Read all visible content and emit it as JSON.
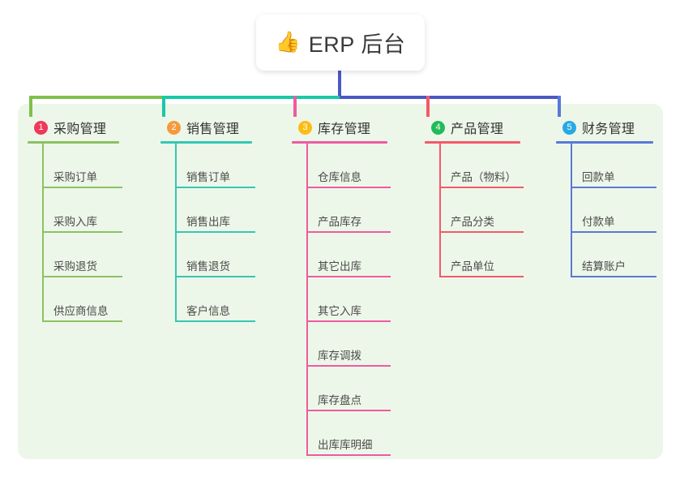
{
  "root": {
    "icon": "thumbs-up-icon",
    "emoji": "👍",
    "title": "ERP 后台"
  },
  "theme": {
    "panel_bg": "#edf7e9",
    "page_bg": "#ffffff",
    "text": "#4a4a4a"
  },
  "connectors": {
    "stem_color": "#4a58c4",
    "bar_left_color": "#7fc04a",
    "bar_mid_color": "#18c9a6",
    "bar_right_color": "#4a58c4"
  },
  "columns": [
    {
      "number": "1",
      "title": "采购管理",
      "badge_color": "#f0385b",
      "line_color": "#8dc163",
      "drop_color": "#7fc04a",
      "items": [
        "采购订单",
        "采购入库",
        "采购退货",
        "供应商信息"
      ]
    },
    {
      "number": "2",
      "title": "销售管理",
      "badge_color": "#f59a3c",
      "line_color": "#35c7b4",
      "drop_color": "#18c9a6",
      "items": [
        "销售订单",
        "销售出库",
        "销售退货",
        "客户信息"
      ]
    },
    {
      "number": "3",
      "title": "库存管理",
      "badge_color": "#fbbc16",
      "line_color": "#ef5ba1",
      "drop_color": "#ef5ba1",
      "items": [
        "仓库信息",
        "产品库存",
        "其它出库",
        "其它入库",
        "库存调拨",
        "库存盘点",
        "出库库明细"
      ]
    },
    {
      "number": "4",
      "title": "产品管理",
      "badge_color": "#23bb5a",
      "line_color": "#f4596b",
      "drop_color": "#f4596b",
      "items": [
        "产品（物料）",
        "产品分类",
        "产品单位"
      ]
    },
    {
      "number": "5",
      "title": "财务管理",
      "badge_color": "#27a9e3",
      "line_color": "#5a78d8",
      "drop_color": "#5a78d8",
      "items": [
        "回款单",
        "付款单",
        "结算账户"
      ]
    }
  ]
}
